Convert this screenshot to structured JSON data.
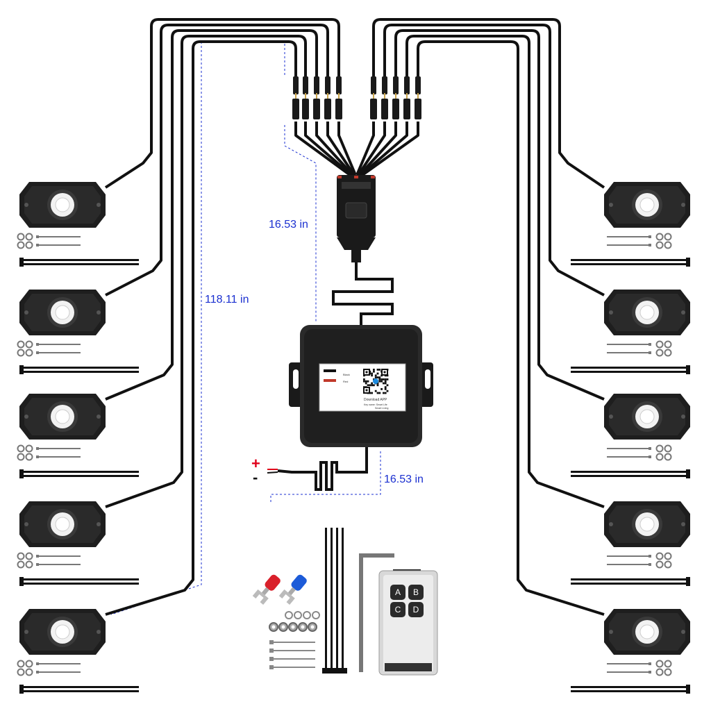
{
  "dimensions": {
    "lead_length": "16.53 in",
    "extension_length": "118.11 in",
    "power_lead_length": "16.53 in"
  },
  "polarity": {
    "positive": "+",
    "negative": "-"
  },
  "control_box": {
    "wire_tag_top": "Black",
    "wire_tag_bottom": "Red",
    "qr_caption": "Download APP",
    "app_line_1": "Key name: Smart Life",
    "app_line_2": "Smart Living"
  },
  "remote": {
    "buttons": [
      "A",
      "B",
      "C",
      "D"
    ]
  },
  "colors": {
    "wire": "#111111",
    "pod_body": "#1e1e1e",
    "dimension_line": "#1a2fd0",
    "positive": "#e0001a",
    "negative": "#111111",
    "remote_body": "#d8d8d8",
    "remote_key": "#2b2b2b"
  },
  "icons": [
    "rock-light-pod",
    "control-box-icon",
    "qr-code",
    "spade-terminal-red",
    "spade-terminal-blue",
    "hex-key-icon",
    "remote-control-icon",
    "zip-tie",
    "screw",
    "washer"
  ]
}
